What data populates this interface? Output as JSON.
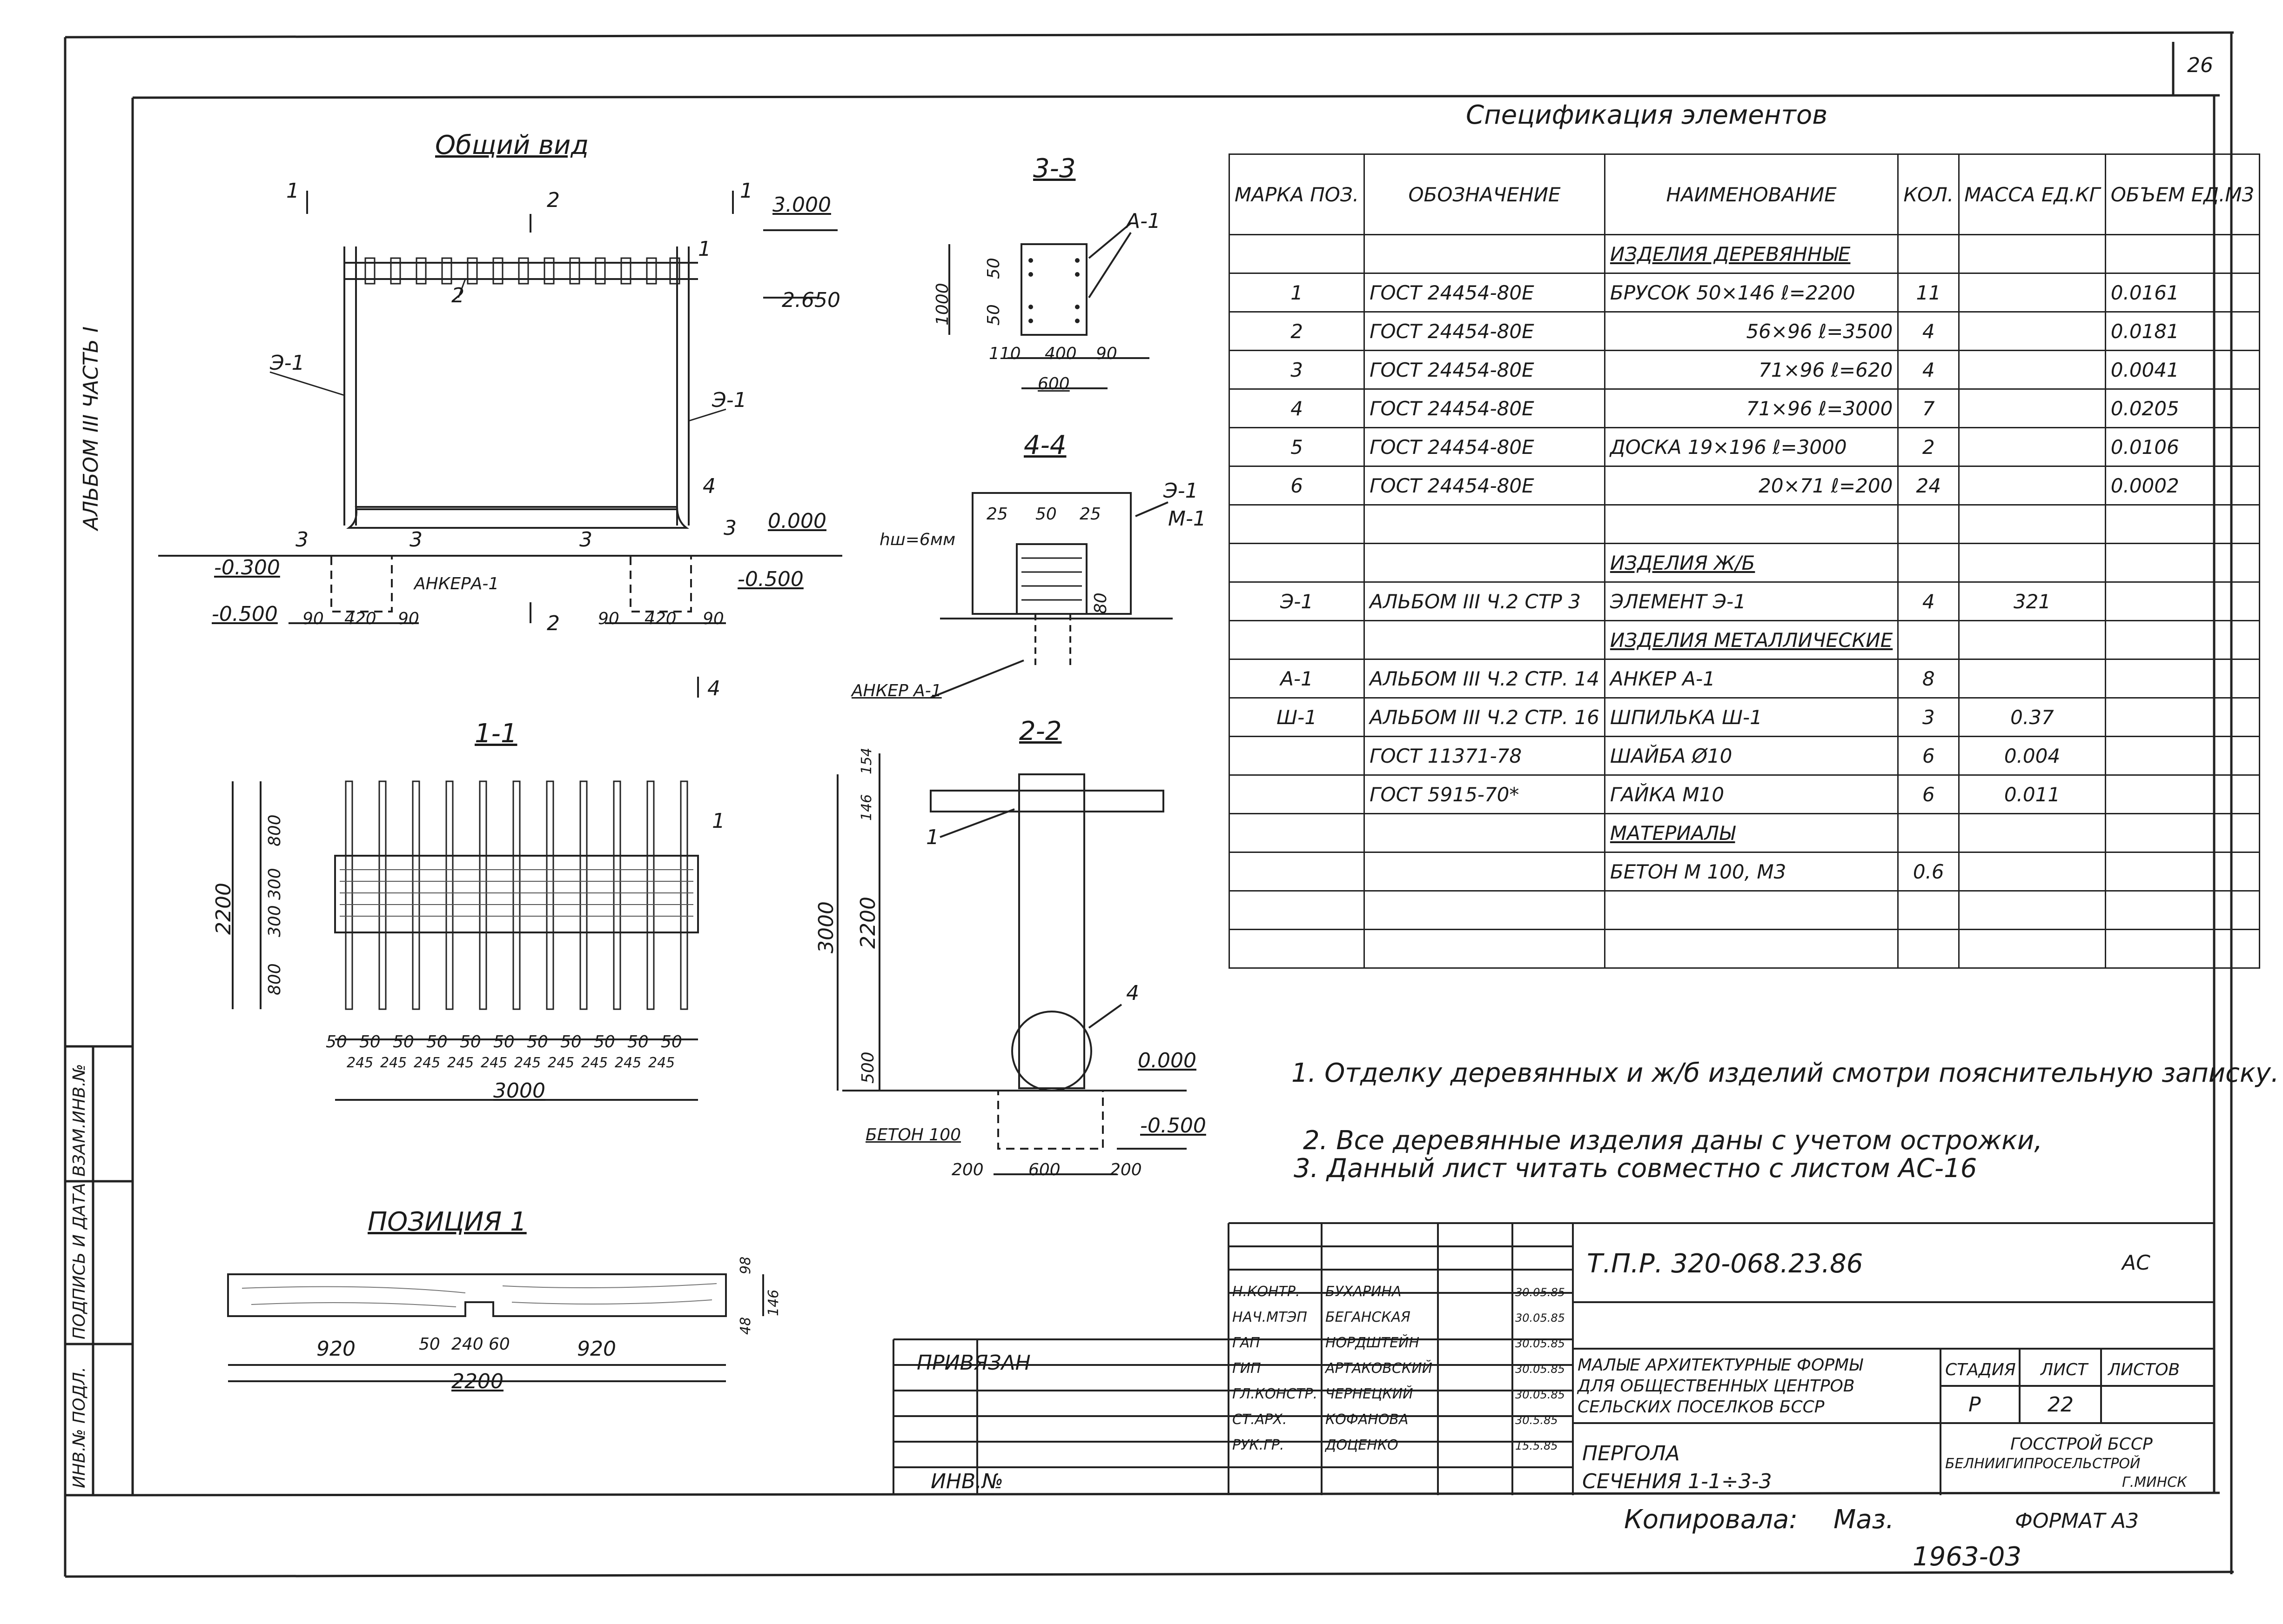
{
  "sheet_number": "26",
  "album_side": "АЛЬБОМ III ЧАСТЬ I",
  "views": {
    "general": {
      "title": "Общий вид",
      "section_marks": [
        "1",
        "1",
        "2",
        "2",
        "3",
        "3",
        "3",
        "3",
        "4",
        "4"
      ],
      "labels": [
        "2",
        "Э-1",
        "Э-1",
        "1",
        "АНКЕРА-1"
      ],
      "levels": [
        "3.000",
        "2.650",
        "0.000",
        "-0.300",
        "-0.500",
        "-0.500"
      ],
      "dims_left": [
        "90",
        "420",
        "90"
      ],
      "dims_right": [
        "90",
        "420",
        "90"
      ]
    },
    "section_1_1": {
      "title": "1-1",
      "label": "1",
      "dims_vertical": [
        "2200",
        "800",
        "300",
        "300",
        "800"
      ],
      "dims_top": [
        "50",
        "50",
        "50",
        "50",
        "50",
        "50",
        "50",
        "50",
        "50",
        "50",
        "50"
      ],
      "dims_bottom": [
        "245",
        "245",
        "245",
        "245",
        "245",
        "245",
        "245",
        "245",
        "245",
        "245"
      ],
      "total": "3000"
    },
    "section_3_3": {
      "title": "3-3",
      "label": "А-1",
      "dims": [
        "1000",
        "50",
        "50",
        "110",
        "400",
        "90",
        "600"
      ]
    },
    "section_4_4": {
      "title": "4-4",
      "labels": [
        "Э-1",
        "М-1",
        "АНКЕР А-1"
      ],
      "weld": "hш=6мм",
      "dims": [
        "25",
        "50",
        "25",
        "80"
      ]
    },
    "section_2_2": {
      "title": "2-2",
      "labels": [
        "1",
        "4",
        "БЕТОН 100"
      ],
      "dims_vertical": [
        "154",
        "146",
        "3000",
        "2200",
        "500"
      ],
      "dims_bottom": [
        "200",
        "600",
        "200"
      ],
      "levels": [
        "0.000",
        "-0.500"
      ]
    },
    "position_1": {
      "title": "ПОЗИЦИЯ 1",
      "dims": [
        "920",
        "50",
        "240",
        "60",
        "920",
        "2200",
        "98",
        "146",
        "48"
      ]
    }
  },
  "spec": {
    "title": "Спецификация элементов",
    "columns": [
      "МАРКА ПОЗ.",
      "ОБОЗНАЧЕНИЕ",
      "НАИМЕНОВАНИЕ",
      "КОЛ.",
      "МАССА ЕД.КГ",
      "ОБЪЕМ ЕД.М3"
    ],
    "rows": [
      {
        "pos": "",
        "code": "",
        "name": "ИЗДЕЛИЯ ДЕРЕВЯННЫЕ",
        "qty": "",
        "mass": "",
        "vol": "",
        "kind": "group"
      },
      {
        "pos": "1",
        "code": "ГОСТ 24454-80Е",
        "name": "БРУСОК 50×146 ℓ=2200",
        "qty": "11",
        "mass": "",
        "vol": "0.0161",
        "kind": "item"
      },
      {
        "pos": "2",
        "code": "ГОСТ 24454-80Е",
        "name": "56×96 ℓ=3500",
        "qty": "4",
        "mass": "",
        "vol": "0.0181",
        "kind": "item-r"
      },
      {
        "pos": "3",
        "code": "ГОСТ 24454-80Е",
        "name": "71×96 ℓ=620",
        "qty": "4",
        "mass": "",
        "vol": "0.0041",
        "kind": "item-r"
      },
      {
        "pos": "4",
        "code": "ГОСТ 24454-80Е",
        "name": "71×96 ℓ=3000",
        "qty": "7",
        "mass": "",
        "vol": "0.0205",
        "kind": "item-r"
      },
      {
        "pos": "5",
        "code": "ГОСТ 24454-80Е",
        "name": "ДОСКА 19×196 ℓ=3000",
        "qty": "2",
        "mass": "",
        "vol": "0.0106",
        "kind": "item"
      },
      {
        "pos": "6",
        "code": "ГОСТ 24454-80Е",
        "name": "20×71 ℓ=200",
        "qty": "24",
        "mass": "",
        "vol": "0.0002",
        "kind": "item-r"
      },
      {
        "pos": "",
        "code": "",
        "name": "",
        "qty": "",
        "mass": "",
        "vol": "",
        "kind": "item"
      },
      {
        "pos": "",
        "code": "",
        "name": "ИЗДЕЛИЯ Ж/Б",
        "qty": "",
        "mass": "",
        "vol": "",
        "kind": "group"
      },
      {
        "pos": "Э-1",
        "code": "АЛЬБОМ III Ч.2 СТР 3",
        "name": "ЭЛЕМЕНТ Э-1",
        "qty": "4",
        "mass": "321",
        "vol": "",
        "kind": "item"
      },
      {
        "pos": "",
        "code": "",
        "name": "ИЗДЕЛИЯ МЕТАЛЛИЧЕСКИЕ",
        "qty": "",
        "mass": "",
        "vol": "",
        "kind": "group"
      },
      {
        "pos": "А-1",
        "code": "АЛЬБОМ III Ч.2 СТР. 14",
        "name": "АНКЕР А-1",
        "qty": "8",
        "mass": "",
        "vol": "",
        "kind": "item"
      },
      {
        "pos": "Ш-1",
        "code": "АЛЬБОМ III Ч.2 СТР. 16",
        "name": "ШПИЛЬКА Ш-1",
        "qty": "3",
        "mass": "0.37",
        "vol": "",
        "kind": "item"
      },
      {
        "pos": "",
        "code": "ГОСТ 11371-78",
        "name": "ШАЙБА Ø10",
        "qty": "6",
        "mass": "0.004",
        "vol": "",
        "kind": "item"
      },
      {
        "pos": "",
        "code": "ГОСТ 5915-70*",
        "name": "ГАЙКА М10",
        "qty": "6",
        "mass": "0.011",
        "vol": "",
        "kind": "item"
      },
      {
        "pos": "",
        "code": "",
        "name": "МАТЕРИАЛЫ",
        "qty": "",
        "mass": "",
        "vol": "",
        "kind": "group"
      },
      {
        "pos": "",
        "code": "",
        "name": "БЕТОН М 100, М3",
        "qty": "0.6",
        "mass": "",
        "vol": "",
        "kind": "item"
      },
      {
        "pos": "",
        "code": "",
        "name": "",
        "qty": "",
        "mass": "",
        "vol": "",
        "kind": "item"
      },
      {
        "pos": "",
        "code": "",
        "name": "",
        "qty": "",
        "mass": "",
        "vol": "",
        "kind": "item"
      }
    ]
  },
  "notes": [
    "1. Отделку деревянных и ж/б изделий смотри пояснительную записку.",
    "2. Все деревянные изделия даны с учетом острожки,",
    "3. Данный лист читать совместно с листом АС-16"
  ],
  "title_block": {
    "code": "Т.П.Р. 320-068.23.86",
    "mark": "АС",
    "roles": [
      "Н.КОНТР.",
      "НАЧ.МТЭП",
      "ГАП",
      "ГИП",
      "ГЛ.КОНСТР.",
      "СТ.АРХ.",
      "РУК.ГР."
    ],
    "names": [
      "БУХАРИНА",
      "БЕГАНСКАЯ",
      "НОРДШТЕЙН",
      "АРТАКОВСКИЙ",
      "ЧЕРНЕЦКИЙ",
      "КОФАНОВА",
      "ДОЦЕНКО"
    ],
    "dates": [
      "30.05.85",
      "30.05.85",
      "30.05.85",
      "30.05.85",
      "30.05.85",
      "30.5.85",
      "15.5.85"
    ],
    "project": [
      "МАЛЫЕ АРХИТЕКТУРНЫЕ ФОРМЫ",
      "ДЛЯ ОБЩЕСТВЕННЫХ ЦЕНТРОВ",
      "СЕЛЬСКИХ ПОСЕЛКОВ БССР"
    ],
    "stage_label": "СТАДИЯ",
    "sheet_label": "ЛИСТ",
    "sheets_label": "ЛИСТОВ",
    "stage": "Р",
    "sheet": "22",
    "sheets": "",
    "drawing": [
      "ПЕРГОЛА",
      "СЕЧЕНИЯ 1-1÷3-3"
    ],
    "org": [
      "ГОССТРОЙ БССР",
      "БЕЛНИИГИПРОСЕЛЬСТРОЙ",
      "Г.МИНСК"
    ],
    "attached": "ПРИВЯЗАН",
    "inv": "ИНВ.№",
    "copied": "Копировала:",
    "copier": "Маз.",
    "format": "ФОРМАТ А3",
    "number": "1963-03",
    "side_stamp": [
      "ИНВ.№ ПОДЛ.",
      "ПОДПИСЬ И ДАТА",
      "ВЗАМ.ИНВ.№"
    ]
  }
}
